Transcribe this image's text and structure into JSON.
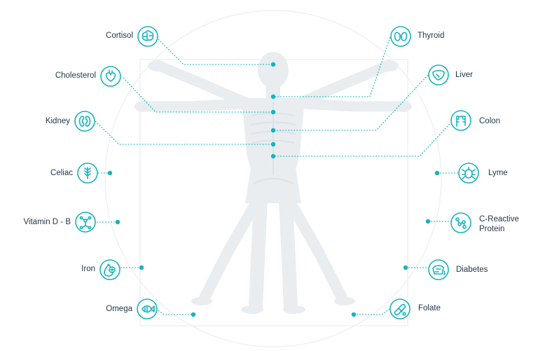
{
  "accent_color": "#17b3bd",
  "body_color": "#e9edf0",
  "text_color": "#22384d",
  "markers": [
    {
      "key": "cortisol",
      "label": "Cortisol",
      "icon": "brain-icon"
    },
    {
      "key": "cholesterol",
      "label": "Cholesterol",
      "icon": "heart-icon"
    },
    {
      "key": "kidney",
      "label": "Kidney",
      "icon": "kidney-icon"
    },
    {
      "key": "celiac",
      "label": "Celiac",
      "icon": "wheat-icon"
    },
    {
      "key": "vitamin_d_b",
      "label": "Vitamin D - B",
      "icon": "molecule-icon"
    },
    {
      "key": "iron",
      "label": "Iron",
      "icon": "iron-drop-icon"
    },
    {
      "key": "omega",
      "label": "Omega",
      "icon": "fish-icon"
    },
    {
      "key": "thyroid",
      "label": "Thyroid",
      "icon": "thyroid-icon"
    },
    {
      "key": "liver",
      "label": "Liver",
      "icon": "liver-icon"
    },
    {
      "key": "colon",
      "label": "Colon",
      "icon": "colon-icon"
    },
    {
      "key": "lyme",
      "label": "Lyme",
      "icon": "tick-bug-icon"
    },
    {
      "key": "c_reactive_protein",
      "label_line1": "C-Reactive",
      "label_line2": "Protein",
      "icon": "protein-chain-icon"
    },
    {
      "key": "diabetes",
      "label": "Diabetes",
      "icon": "glucose-meter-icon"
    },
    {
      "key": "folate",
      "label": "Folate",
      "icon": "capsule-icon"
    }
  ]
}
